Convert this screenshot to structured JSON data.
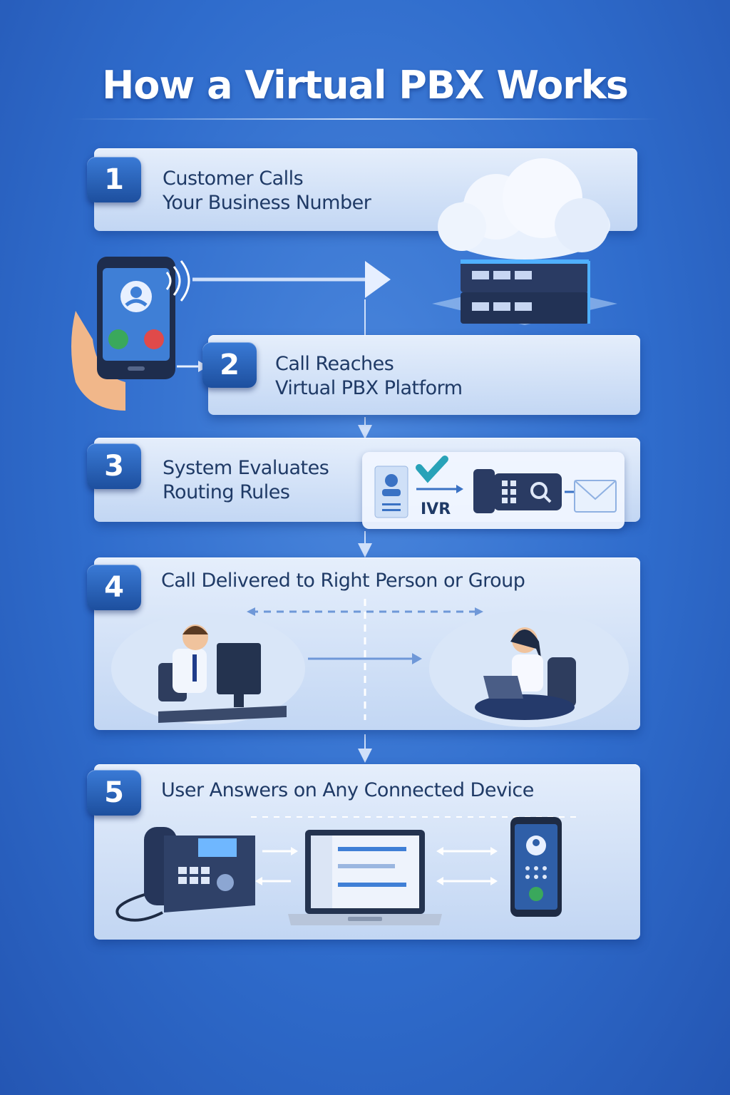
{
  "title": "How a Virtual PBX Works",
  "steps": [
    {
      "number": "1",
      "line1": "Customer Calls",
      "line2": "Your Business Number"
    },
    {
      "number": "2",
      "line1": "Call Reaches",
      "line2": "Virtual PBX Platform"
    },
    {
      "number": "3",
      "line1": "System Evaluates",
      "line2": "Routing Rules"
    },
    {
      "number": "4",
      "line1": "Call Delivered to Right Person or Group"
    },
    {
      "number": "5",
      "line1": "User Answers on Any Connected Device"
    }
  ],
  "routing": {
    "ivr_label": "IVR"
  },
  "colors": {
    "background": "#2f6ccc",
    "badge": "#1d4f9e",
    "text": "#1f3a66",
    "card": "#e6eefb",
    "device_dark": "#26365a",
    "green": "#3aa85c",
    "red": "#e04a4a"
  },
  "icons": [
    "cloud-icon",
    "server-icon",
    "smartphone-icon",
    "user-card-icon",
    "checkmark-icon",
    "desk-phone-icon",
    "envelope-icon",
    "agent-desktop-icon",
    "agent-laptop-icon",
    "laptop-icon",
    "mobile-phone-icon"
  ]
}
